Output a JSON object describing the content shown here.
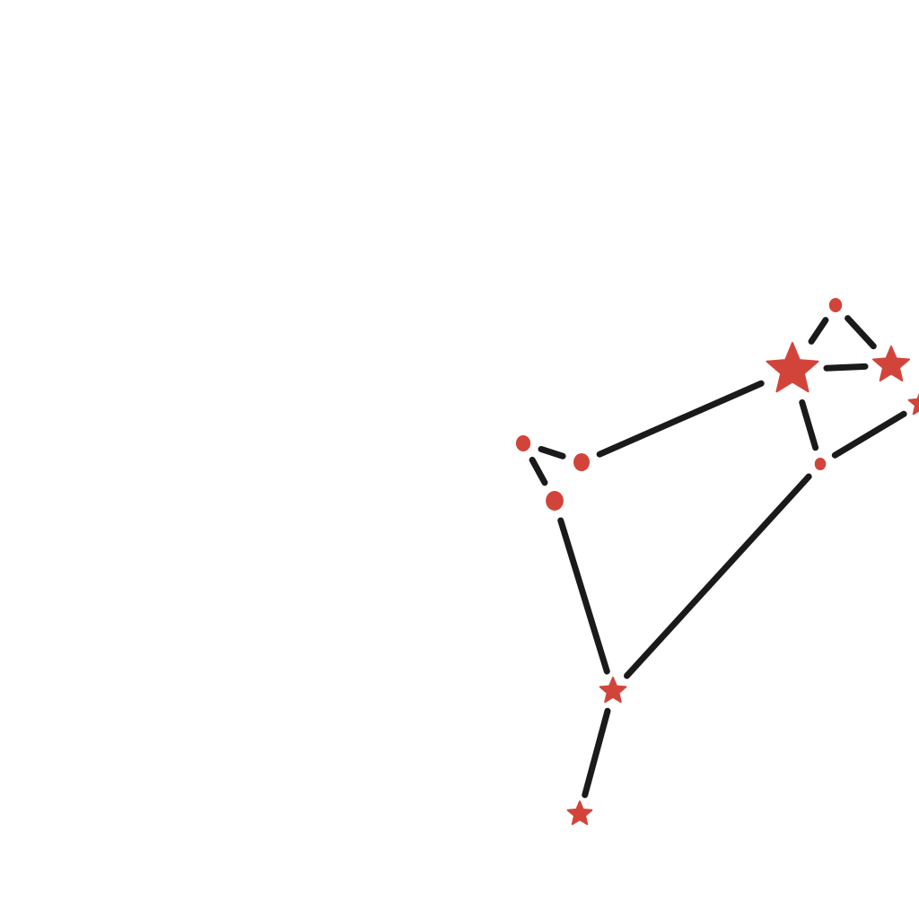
{
  "diagram": {
    "type": "constellation",
    "colors": {
      "star": "#d2443a",
      "line": "#1a1a1a",
      "background": "#ffffff"
    },
    "stars": [
      {
        "id": "A",
        "shape": "dot"
      },
      {
        "id": "B",
        "shape": "star"
      },
      {
        "id": "C",
        "shape": "star"
      },
      {
        "id": "D",
        "shape": "star"
      },
      {
        "id": "E",
        "shape": "dot"
      },
      {
        "id": "F",
        "shape": "dot"
      },
      {
        "id": "G",
        "shape": "dot"
      },
      {
        "id": "H",
        "shape": "dot"
      },
      {
        "id": "I",
        "shape": "star"
      },
      {
        "id": "J",
        "shape": "star"
      }
    ],
    "connections": [
      [
        "A",
        "B"
      ],
      [
        "A",
        "C"
      ],
      [
        "B",
        "C"
      ],
      [
        "B",
        "E"
      ],
      [
        "E",
        "D"
      ],
      [
        "B",
        "F"
      ],
      [
        "F",
        "G"
      ],
      [
        "G",
        "H"
      ],
      [
        "H",
        "I"
      ],
      [
        "E",
        "I"
      ],
      [
        "I",
        "J"
      ]
    ]
  }
}
